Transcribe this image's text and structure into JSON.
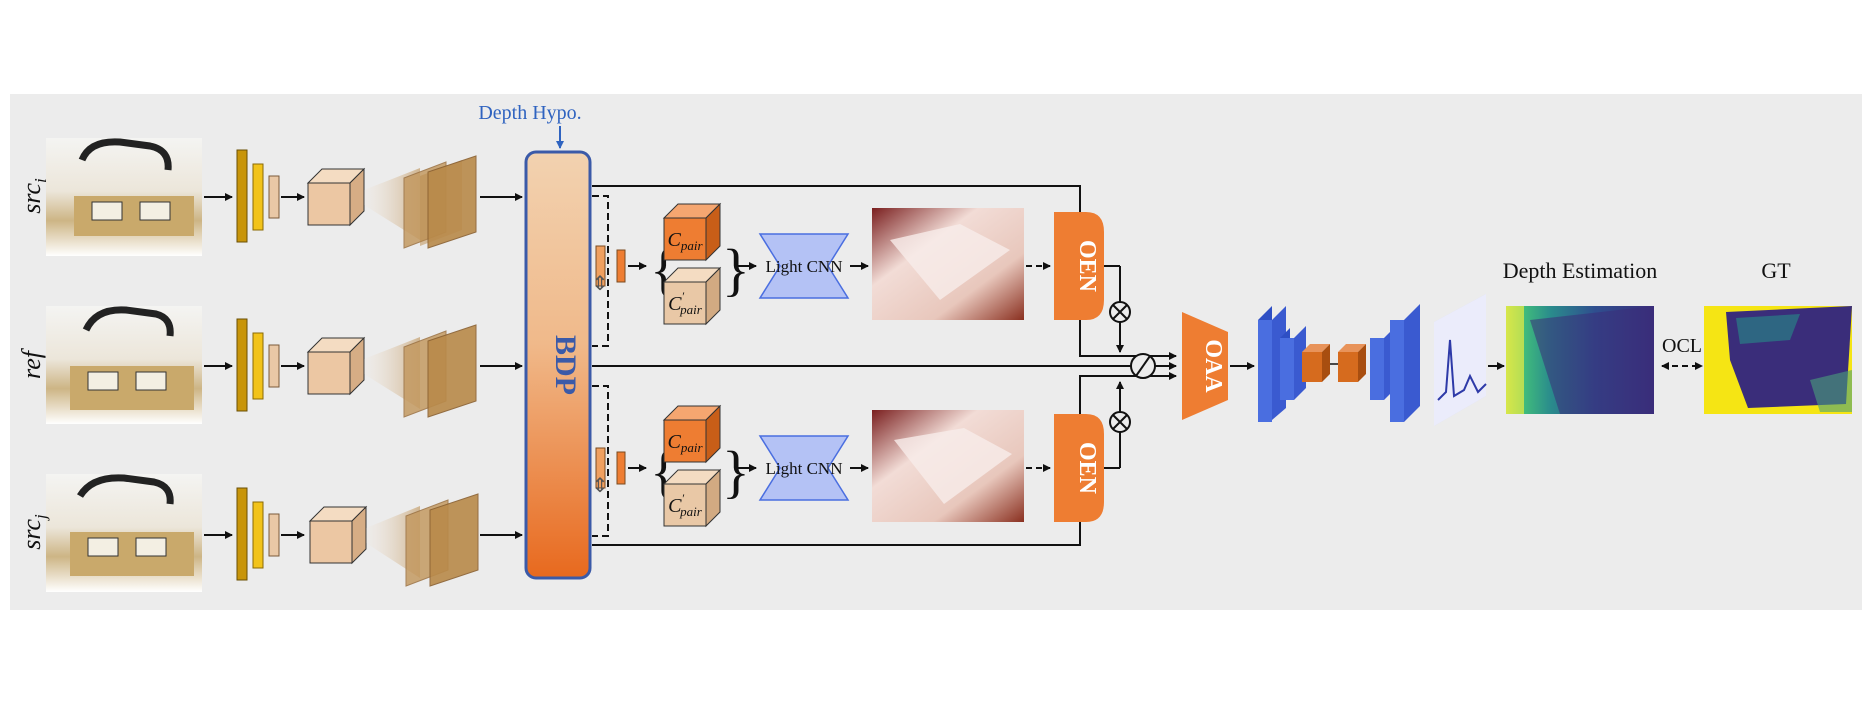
{
  "inputs": {
    "src_i": {
      "name": "src",
      "sub": "i"
    },
    "ref": {
      "name": "ref"
    },
    "src_j": {
      "name": "src",
      "sub": "j"
    }
  },
  "depth_hypo_label": "Depth Hypo.",
  "bdp_label": "BDP",
  "cost_volumes": {
    "pair": "C",
    "pair_sub": "pair",
    "pair_prime": "C",
    "pair_prime_sub": "pair"
  },
  "light_cnn_label": "Light CNN",
  "oen_label": "OEN",
  "oaa_label": "OAA",
  "depth_estimation_label": "Depth Estimation",
  "gt_label": "GT",
  "ocl_label": "OCL",
  "colors": {
    "panel_bg": "#ececec",
    "bdp_top": "#f2d2b0",
    "bdp_bottom": "#e8691e",
    "bdp_border": "#3b5aa8",
    "orange": "#ee7d32",
    "beige": "#e9c8a6",
    "gold": "#c8950a",
    "yellow": "#f2c31a",
    "light_cnn": "#b4c2f5",
    "blue": "#4a6ee0",
    "label_blue": "#2f63c0"
  }
}
